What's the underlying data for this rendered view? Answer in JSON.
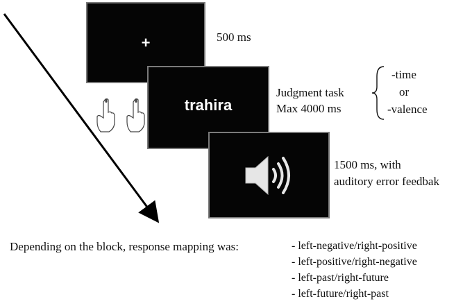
{
  "screens": {
    "fixation": {
      "symbol": "+"
    },
    "word": {
      "text": "trahira"
    },
    "feedback": {
      "icon": "speaker-icon"
    }
  },
  "timing": {
    "fixation": "500 ms",
    "judgment_line1": "Judgment task",
    "judgment_line2": "Max 4000 ms",
    "feedback_line1": "1500 ms, with",
    "feedback_line2": "auditory error feedbak"
  },
  "task_options": [
    "-time",
    "or",
    "-valence"
  ],
  "mapping": {
    "intro": "Depending on the block, response mapping was:",
    "items": [
      "- left-negative/right-positive",
      "- left-positive/right-negative",
      "- left-past/right-future",
      "- left-future/right-past"
    ]
  },
  "colors": {
    "screen": "#050505",
    "screen_border": "#7a7a7a",
    "arrow": "#000000"
  }
}
